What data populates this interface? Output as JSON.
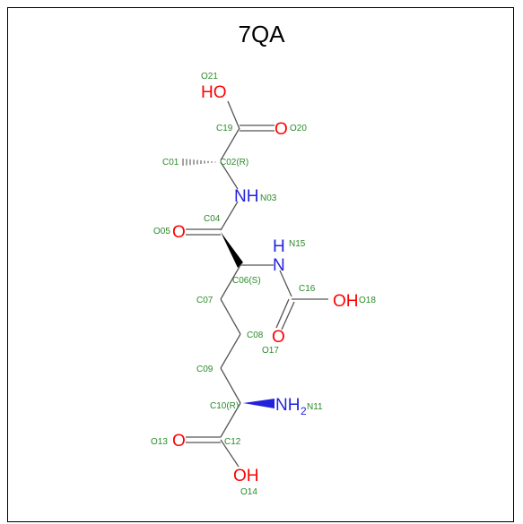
{
  "title": "7QA",
  "colors": {
    "oxygen": "#ff0000",
    "nitrogen": "#2222dd",
    "atom_label": "#2a8a2a",
    "bond": "#555555"
  },
  "atoms": {
    "O21": {
      "label": "O21",
      "symbol": "HO"
    },
    "C19": {
      "label": "C19"
    },
    "O20": {
      "label": "O20",
      "symbol": "O"
    },
    "C01": {
      "label": "C01"
    },
    "C02": {
      "label": "C02(R)"
    },
    "N03": {
      "label": "N03",
      "symbol": "NH"
    },
    "C04": {
      "label": "C04"
    },
    "O05": {
      "label": "O05",
      "symbol": "O"
    },
    "N15": {
      "label": "N15",
      "symbol": "H",
      "symbol2": "N"
    },
    "C06": {
      "label": "C06(S)"
    },
    "C16": {
      "label": "C16"
    },
    "O18": {
      "label": "O18",
      "symbol": "OH"
    },
    "C07": {
      "label": "C07"
    },
    "C08": {
      "label": "C08"
    },
    "O17": {
      "label": "O17",
      "symbol": "O"
    },
    "C09": {
      "label": "C09"
    },
    "C10": {
      "label": "C10(R)"
    },
    "N11": {
      "label": "N11",
      "symbol": "NH",
      "symbol_sub": "2"
    },
    "O13": {
      "label": "O13",
      "symbol": "O"
    },
    "C12": {
      "label": "C12"
    },
    "O14": {
      "label": "O14",
      "symbol": "OH"
    }
  }
}
